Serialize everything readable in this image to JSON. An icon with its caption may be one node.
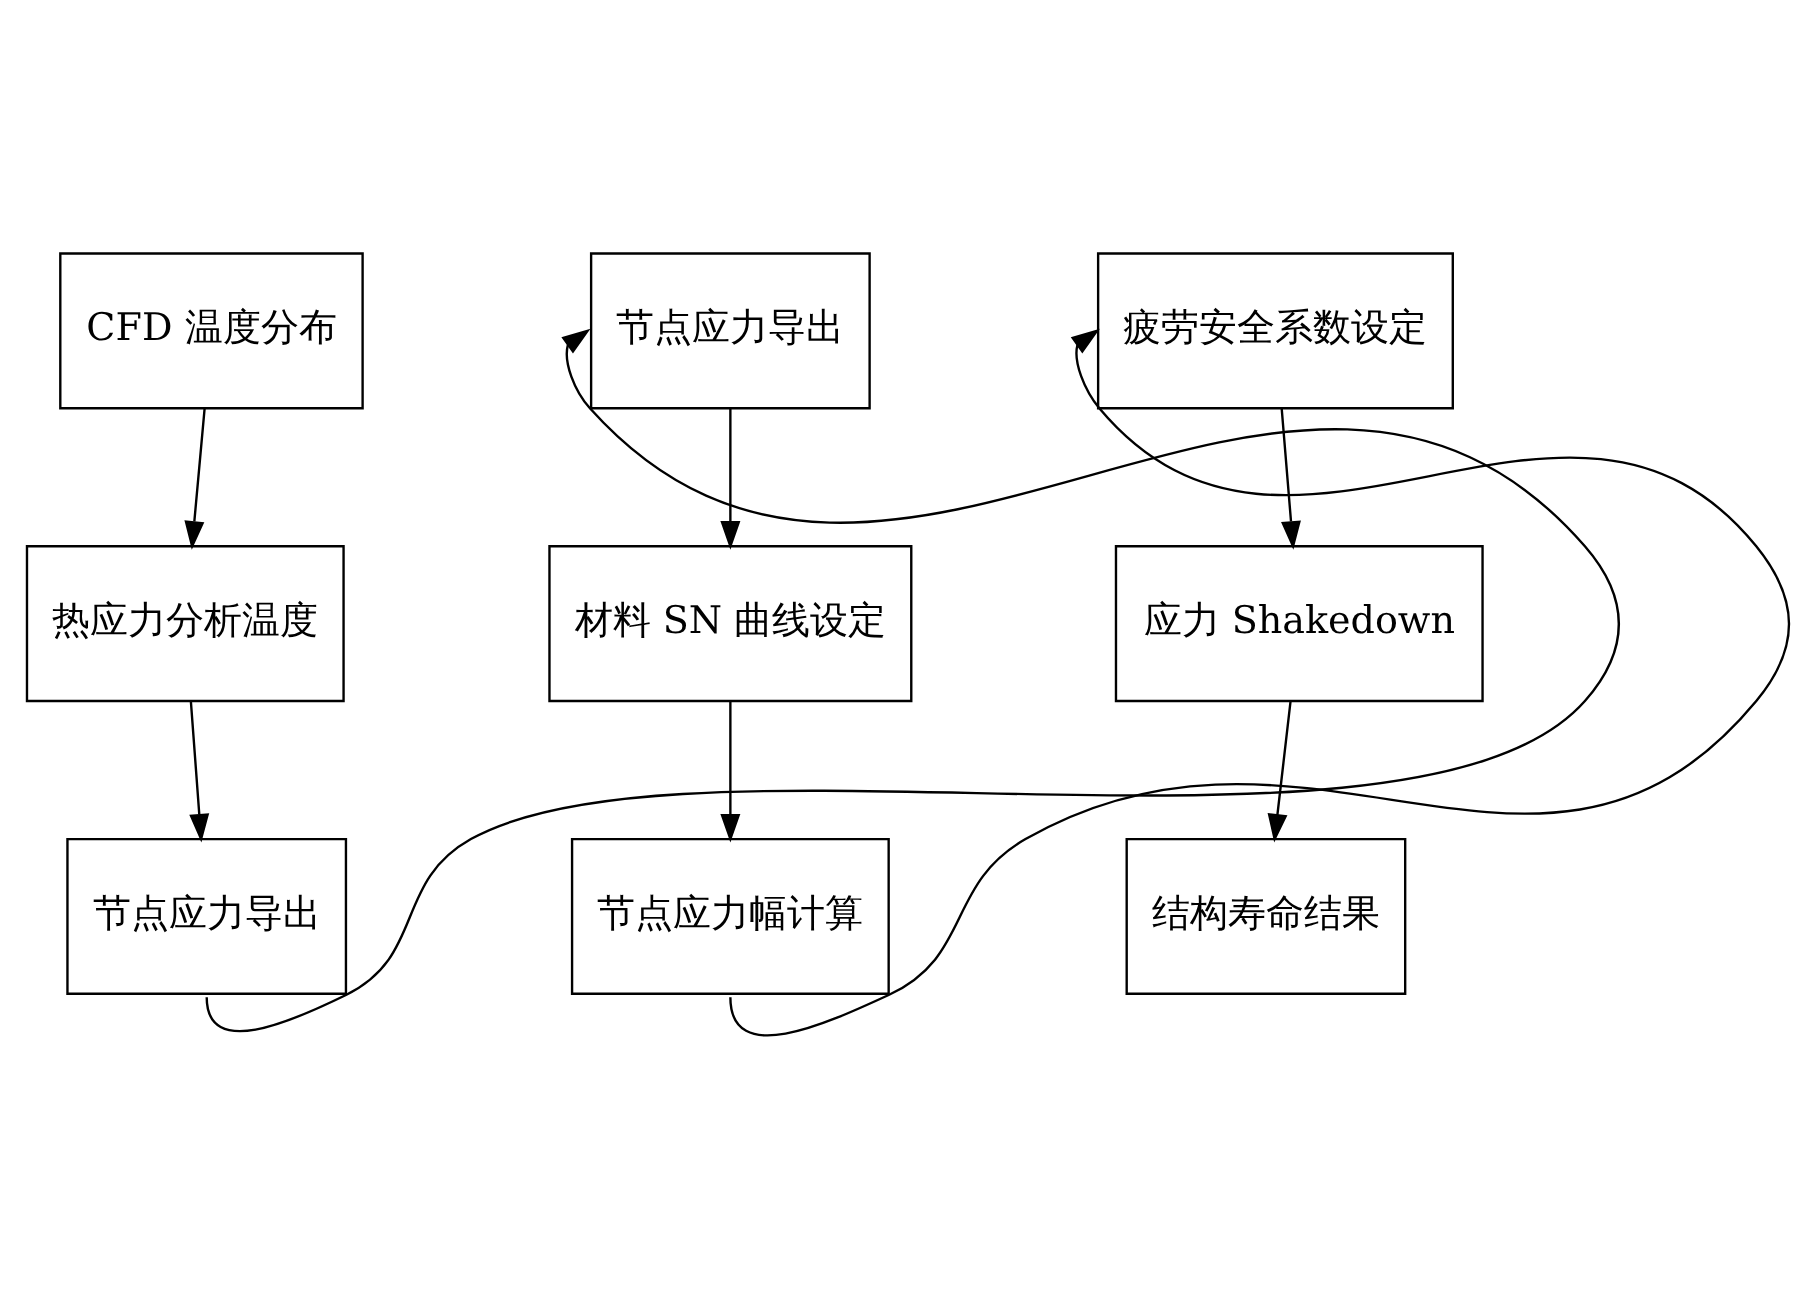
{
  "diagram": {
    "nodes": [
      {
        "text": [
          "CFD 温度分布"
        ]
      },
      {
        "text": [
          "热应力分析温度"
        ]
      },
      {
        "text": [
          "节点应力导出"
        ]
      },
      {
        "text": [
          "节点应力导出"
        ]
      },
      {
        "text": [
          "材料 SN 曲线设定"
        ]
      },
      {
        "text": [
          "节点应力幅计算"
        ]
      },
      {
        "text": [
          "疲劳安全系数设定"
        ]
      },
      {
        "text": [
          "应力 Shakedown"
        ]
      },
      {
        "text": [
          "结构寿命结果"
        ]
      }
    ],
    "edges": [
      {
        "from": 0,
        "to": 1,
        "arrow": "to"
      },
      {
        "from": 1,
        "to": 2,
        "arrow": "to"
      },
      {
        "from": 2,
        "to": 3,
        "arrow": "to"
      },
      {
        "from": 3,
        "to": 4,
        "arrow": "to"
      },
      {
        "from": 4,
        "to": 5,
        "arrow": "to"
      },
      {
        "from": 5,
        "to": 6,
        "arrow": "to"
      },
      {
        "from": 6,
        "to": 7,
        "arrow": "to"
      },
      {
        "from": 7,
        "to": 8,
        "arrow": "to"
      }
    ]
  }
}
